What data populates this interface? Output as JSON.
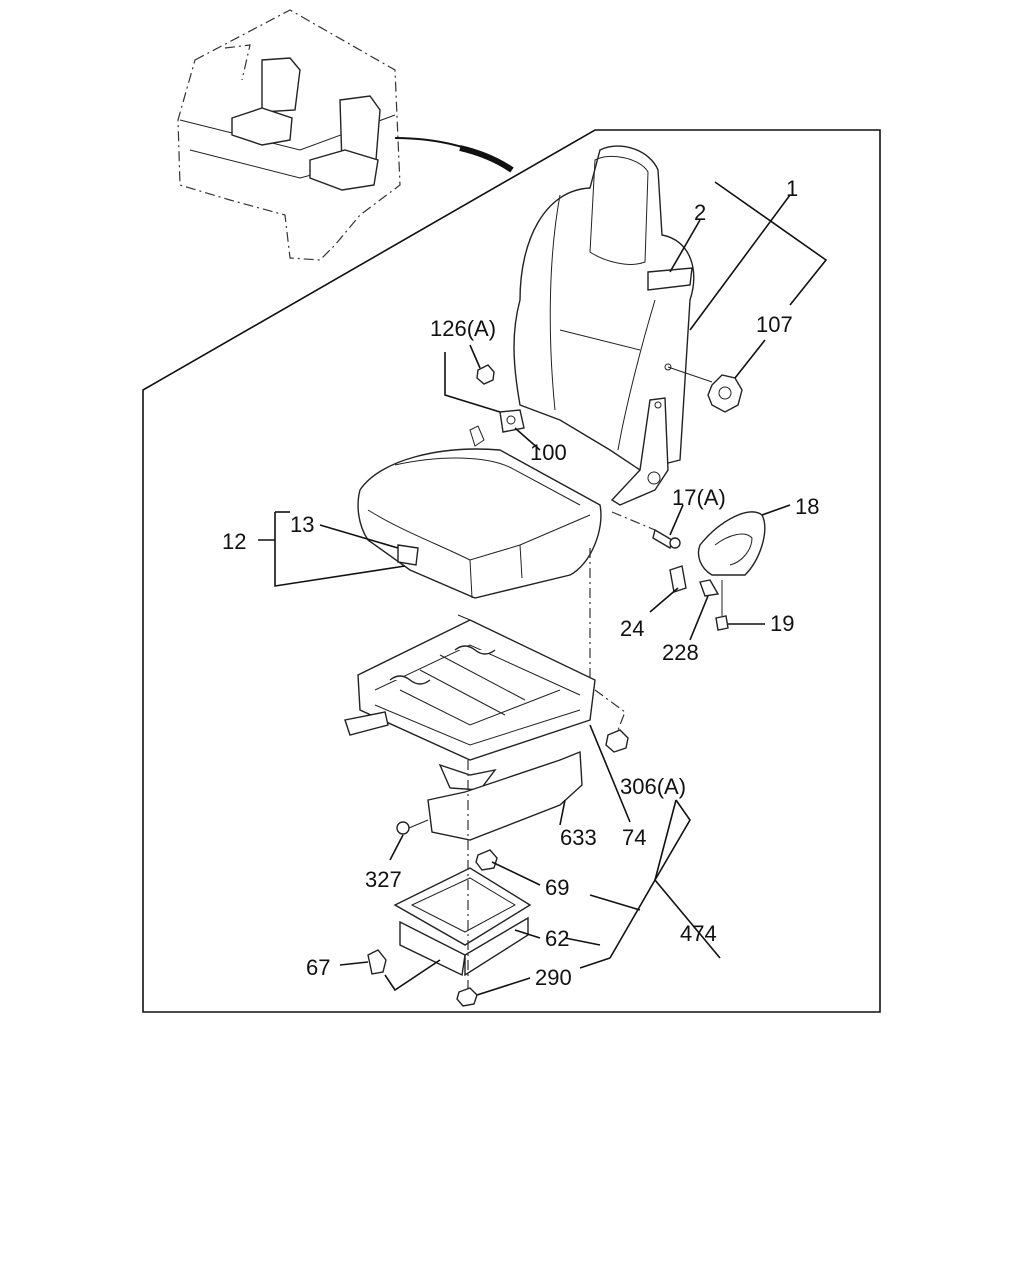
{
  "labels": {
    "p1": "1",
    "p2": "2",
    "p107": "107",
    "p126a": "126(A)",
    "p100": "100",
    "p17a": "17(A)",
    "p18": "18",
    "p13": "13",
    "p12": "12",
    "p24": "24",
    "p228": "228",
    "p19": "19",
    "p306a": "306(A)",
    "p633": "633",
    "p74": "74",
    "p327": "327",
    "p69": "69",
    "p474": "474",
    "p62": "62",
    "p67": "67",
    "p290": "290"
  },
  "colors": {
    "line": "#111111",
    "background": "#ffffff"
  }
}
